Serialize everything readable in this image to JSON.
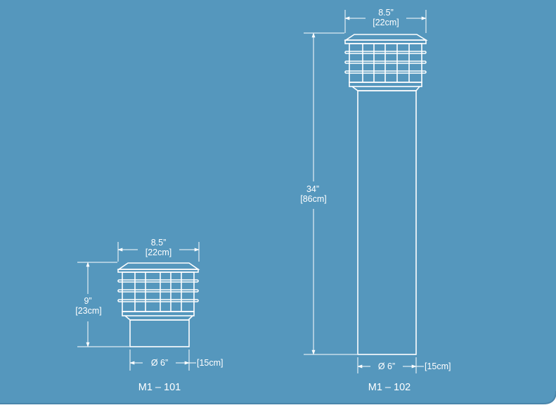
{
  "colors": {
    "background": "#5597bd",
    "panel_edge": "#4a86ab",
    "drawing": "#ffffff"
  },
  "products": [
    {
      "model": "M1 – 101",
      "width_in": "8.5”",
      "width_cm": "[22cm]",
      "height_in": "9”",
      "height_cm": "[23cm]",
      "diameter_in": "Ø 6”",
      "diameter_cm": "[15cm]"
    },
    {
      "model": "M1 – 102",
      "width_in": "8.5”",
      "width_cm": "[22cm]",
      "height_in": "34”",
      "height_cm": "[86cm]",
      "diameter_in": "Ø 6”",
      "diameter_cm": "[15cm]"
    }
  ]
}
